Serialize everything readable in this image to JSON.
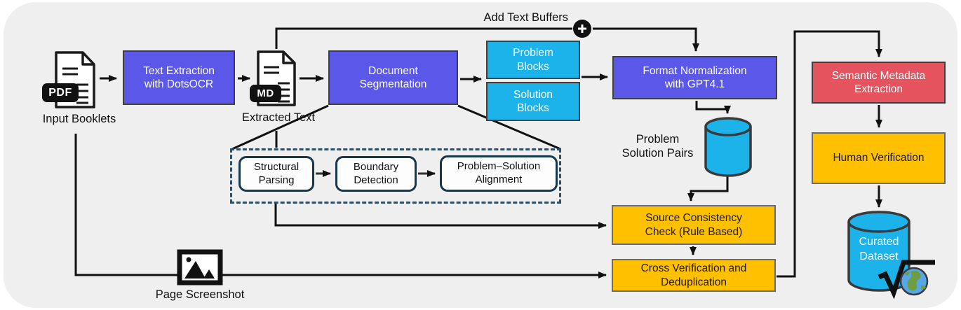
{
  "colors": {
    "panel_bg": "#f0efef",
    "purple": "#5b57e8",
    "cyan": "#1cb3ea",
    "orange": "#ffc000",
    "red": "#e5545e",
    "dashed_border": "#2e4d63",
    "line": "#111111"
  },
  "badges": {
    "pdf": "PDF",
    "md": "MD"
  },
  "labels": {
    "input_booklets": "Input Booklets",
    "extracted_text": "Extracted Text",
    "add_text_buffers": "Add Text Buffers",
    "page_screenshot": "Page Screenshot",
    "pairs_l1": "Problem",
    "pairs_l2": "Solution Pairs"
  },
  "boxes": {
    "text_extraction": {
      "l1": "Text Extraction",
      "l2": "with DotsOCR"
    },
    "document_segmentation": {
      "l1": "Document",
      "l2": "Segmentation"
    },
    "problem_blocks": {
      "l1": "Problem",
      "l2": "Blocks"
    },
    "solution_blocks": {
      "l1": "Solution",
      "l2": "Blocks"
    },
    "format_normalization": {
      "l1": "Format Normalization",
      "l2": "with GPT4.1"
    },
    "structural_parsing": {
      "l1": "Structural",
      "l2": "Parsing"
    },
    "boundary_detection": {
      "l1": "Boundary",
      "l2": "Detection"
    },
    "problem_solution_alignment": {
      "l1": "Problem–Solution",
      "l2": "Alignment"
    },
    "source_consistency": {
      "l1": "Source Consistency",
      "l2": "Check (Rule Based)"
    },
    "cross_verification": {
      "l1": "Cross Verification and",
      "l2": "Deduplication"
    },
    "semantic_metadata": {
      "l1": "Semantic Metadata",
      "l2": "Extraction"
    },
    "human_verification": {
      "l1": "Human Verification"
    },
    "curated_dataset": {
      "l1": "Curated",
      "l2": "Dataset"
    }
  },
  "icons": [
    "pdf-file-icon",
    "md-file-icon",
    "plus-icon",
    "database-icon",
    "page-screenshot-icon",
    "sqrt-icon",
    "globe-icon"
  ]
}
